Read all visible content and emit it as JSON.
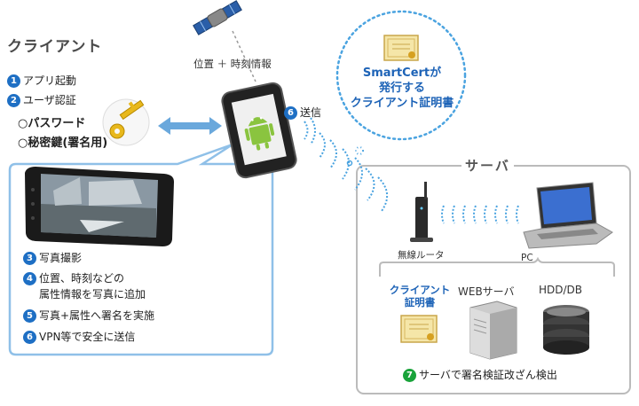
{
  "client": {
    "title": "クライアント",
    "steps_top": [
      {
        "num": "1",
        "text": "アプリ起動"
      },
      {
        "num": "2",
        "text": "ユーザ認証"
      }
    ],
    "auth_methods": [
      "○パスワード",
      "○秘密鍵(署名用)"
    ],
    "steps_panel": [
      {
        "num": "3",
        "text": "写真撮影"
      },
      {
        "num": "4",
        "text": "位置、時刻などの"
      },
      {
        "num": "",
        "text": "属性情報を写真に追加"
      },
      {
        "num": "5",
        "text": "写真+属性へ署名を実施"
      },
      {
        "num": "6",
        "text": "VPN等で安全に送信"
      }
    ]
  },
  "satellite_label": "位置 ＋ 時刻情報",
  "send_step": {
    "num": "6",
    "text": "送信"
  },
  "bubble": {
    "lines": [
      "SmartCertが",
      "発行する",
      "クライアント証明書"
    ]
  },
  "server": {
    "title": "サーバ",
    "router_label": "無線ルータ",
    "pc_label": "PC",
    "cert_label": [
      "クライアント",
      "証明書"
    ],
    "web_label": "WEBサーバ",
    "db_label": "HDD/DB",
    "step": {
      "num": "7",
      "text": "サーバで署名検証改ざん検出"
    }
  },
  "colors": {
    "accent_blue": "#1e6fc4",
    "step_green": "#19a33a",
    "panel_border": "#8fc0e8",
    "server_border": "#bbbbbb"
  },
  "icons": [
    "satellite-icon",
    "smartphone-android-icon",
    "key-icon",
    "double-arrow-icon",
    "signal-waves-icon",
    "certificate-icon",
    "router-icon",
    "laptop-icon",
    "server-tower-icon",
    "database-icon"
  ]
}
